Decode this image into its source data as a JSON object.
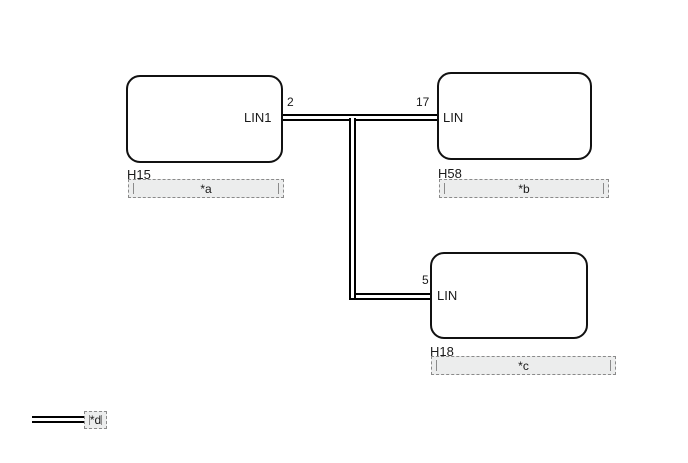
{
  "diagram": {
    "type": "wiring-diagram",
    "connectors": [
      {
        "id": "H15",
        "terminal_label": "LIN1",
        "pin": "2",
        "callout": "*a"
      },
      {
        "id": "H58",
        "terminal_label": "LIN",
        "pin": "17",
        "callout": "*b"
      },
      {
        "id": "H18",
        "terminal_label": "LIN",
        "pin": "5",
        "callout": "*c"
      }
    ],
    "legend": {
      "callout": "*d"
    }
  }
}
